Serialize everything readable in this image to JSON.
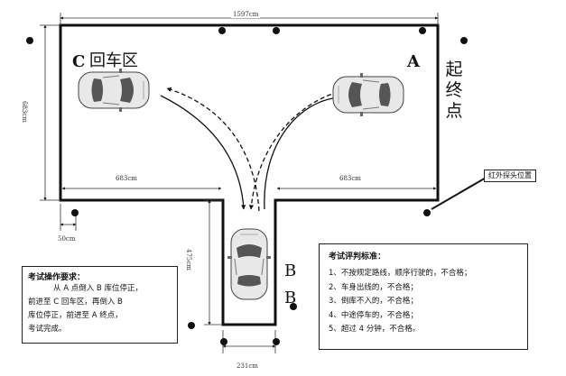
{
  "dimensions": {
    "top_width": "1597cm",
    "left_height": "683cm",
    "left_arm": "683cm",
    "right_arm": "683cm",
    "margin": "50cm",
    "stem_depth": "475cm",
    "stem_width": "231cm"
  },
  "zones": {
    "c_letter": "C",
    "c_label": "回车区",
    "a_label": "A",
    "b_upper": "B",
    "b_lower": "B",
    "start_end": "起终点",
    "sensor_label": "红外探头位置"
  },
  "operation_box": {
    "title": "考试操作要求：",
    "lines": [
      "从 A 点倒入 B 库位停正，",
      "前进至 C 回车区，再倒入 B",
      "库位停正，前进至 A 终点，",
      "考试完成。"
    ]
  },
  "criteria_box": {
    "title": "考试评判标准：",
    "items": [
      "1、不按规定路线，顺序行驶的，不合格；",
      "2、车身出线的，不合格；",
      "3、倒库不入的，不合格；",
      "4、中途停车的，不合格；",
      "5、超过 4 分钟，不合格。"
    ]
  },
  "colors": {
    "line": "#111111",
    "car_body": "#e8e8e8",
    "car_outline": "#444444",
    "glass": "#555555"
  },
  "icons": {
    "car": "car-topview-icon",
    "marker": "marker-dot-icon"
  }
}
